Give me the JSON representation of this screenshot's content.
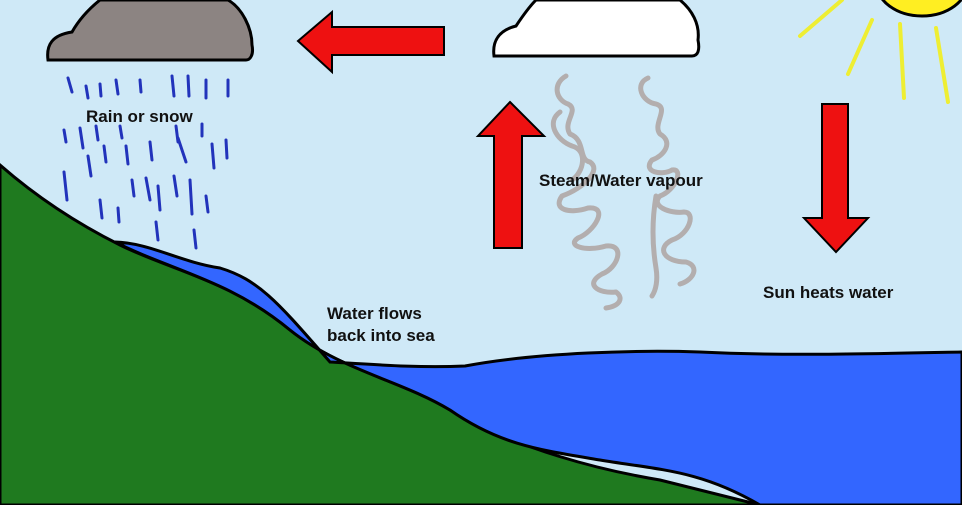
{
  "labels": {
    "rain": "Rain or snow",
    "vapour": "Steam/Water vapour",
    "sun_heats": "Sun heats water",
    "flows_line1": "Water flows",
    "flows_line2": "back into sea"
  },
  "colors": {
    "sky": "#cfe9f7",
    "land": "#1f7a1f",
    "water": "#3366ff",
    "rain": "#2233bb",
    "arrow": "#ee1111",
    "rain_cloud": "#8c8482",
    "white_cloud": "#ffffff",
    "sun": "#ffee22",
    "sun_rays": "#eeee33",
    "vapour": "#b3aeae"
  },
  "icons": {
    "rain_cloud": "rain-cloud-icon",
    "white_cloud": "white-cloud-icon",
    "sun": "sun-icon"
  }
}
